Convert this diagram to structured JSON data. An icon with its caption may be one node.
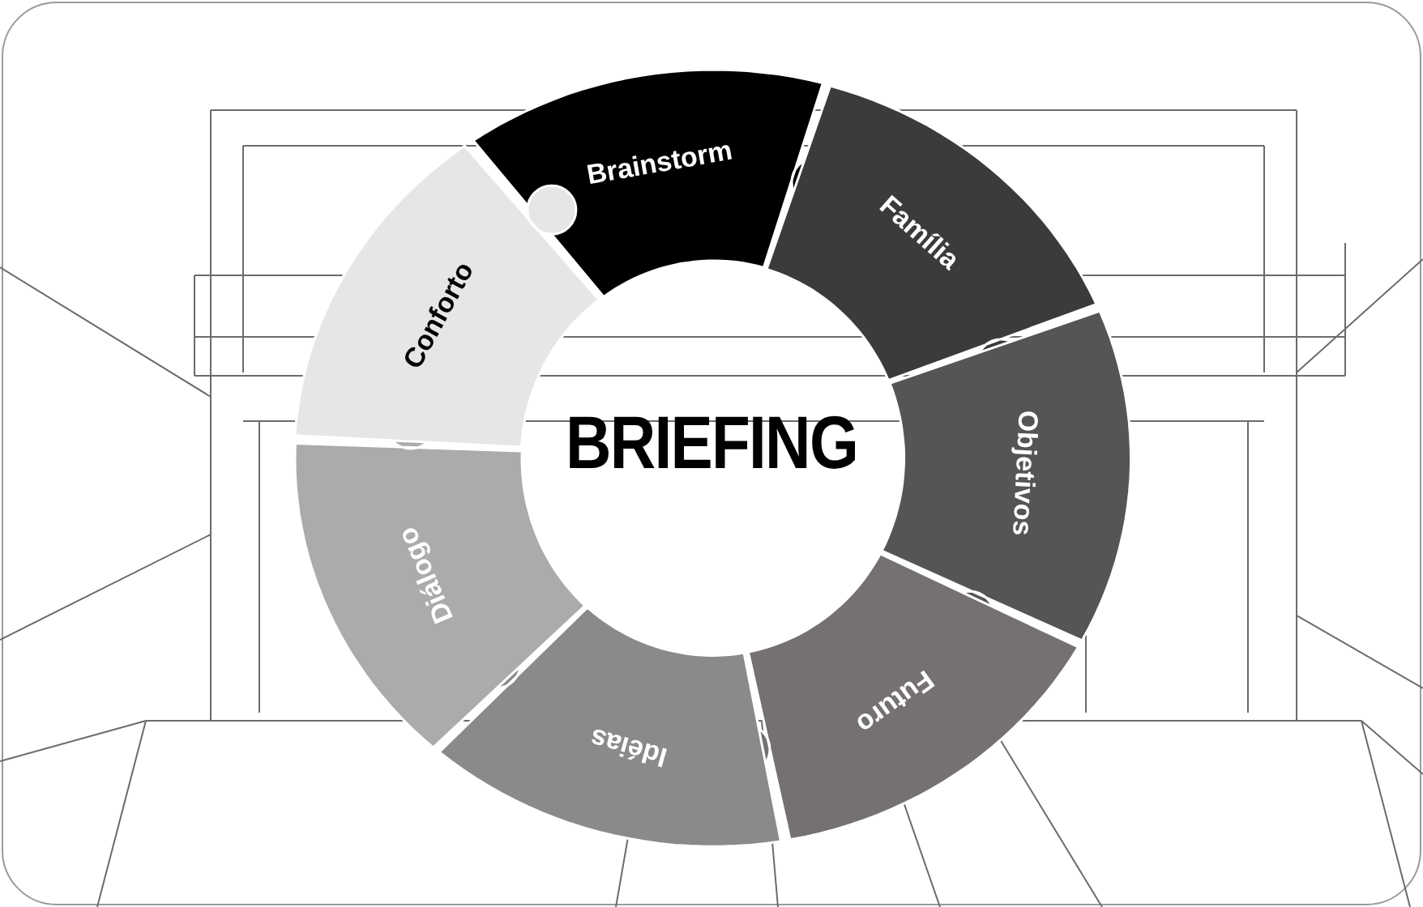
{
  "diagram": {
    "title": "BRIEFING",
    "nodes": [
      {
        "text": [
          "Brainstorm"
        ]
      },
      {
        "text": [
          "Família"
        ]
      },
      {
        "text": [
          "Objetivos"
        ]
      },
      {
        "text": [
          "Futuro"
        ]
      },
      {
        "text": [
          "Idéias"
        ]
      },
      {
        "text": [
          "Diálogo"
        ]
      },
      {
        "text": [
          "Conforto"
        ]
      }
    ]
  }
}
